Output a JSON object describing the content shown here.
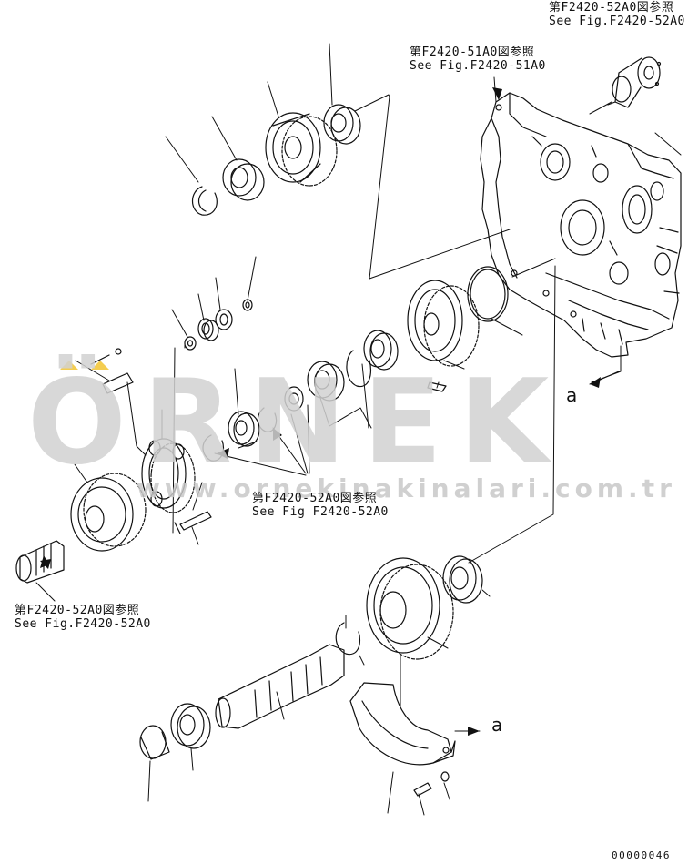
{
  "references": {
    "top_right": {
      "jp": "第F2420-52A0図参照",
      "en": "See Fig.F2420-52A0"
    },
    "case_ref": {
      "jp": "第F2420-51A0図参照",
      "en": "See Fig.F2420-51A0"
    },
    "middle": {
      "jp": "第F2420-52A0図参照",
      "en": "See Fig F2420-52A0"
    },
    "left": {
      "jp": "第F2420-52A0図参照",
      "en": "See Fig.F2420-52A0"
    }
  },
  "view_markers": {
    "upper": "a",
    "lower": "a"
  },
  "illustration_number": "00000046",
  "watermark": {
    "brand": "ÖRNEK",
    "site": "www.ornekinakinalari.com.tr"
  },
  "colors": {
    "line": "#111111",
    "watermark": "#d2d2d2",
    "watermark_accent": "#f2c431"
  }
}
